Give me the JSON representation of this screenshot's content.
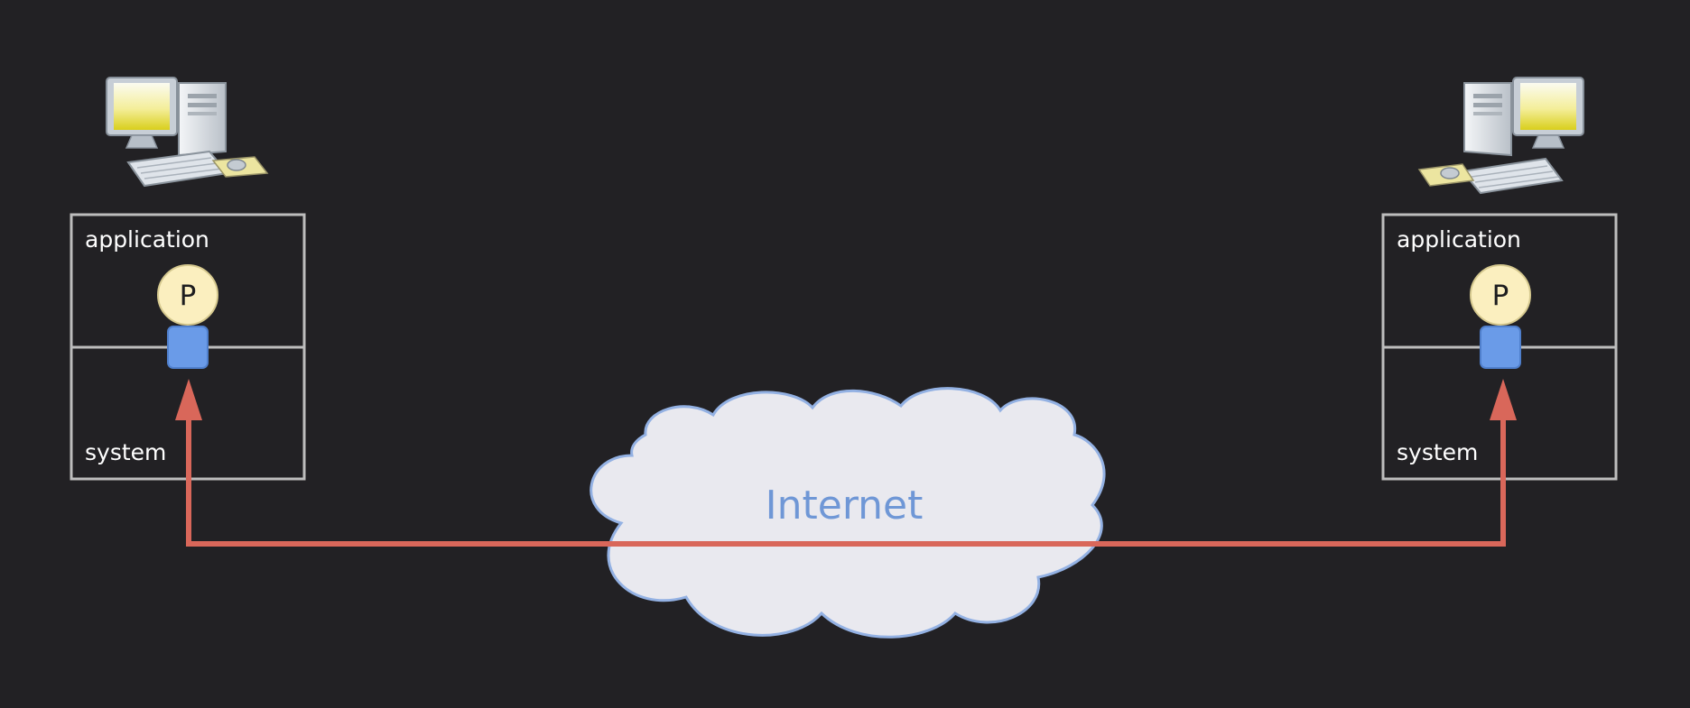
{
  "diagram": {
    "left_host": {
      "top_layer_label": "application",
      "bottom_layer_label": "system",
      "process_label": "P"
    },
    "right_host": {
      "top_layer_label": "application",
      "bottom_layer_label": "system",
      "process_label": "P"
    },
    "network": {
      "label": "Internet"
    },
    "colors": {
      "background": "#222124",
      "box_border": "#bdbdbd",
      "process_fill": "#fbefbf",
      "socket_fill": "#6a9be8",
      "connection": "#d9675a",
      "cloud_fill": "#e9e9ef",
      "cloud_border": "#93b1e3",
      "cloud_text": "#6f97d6"
    }
  }
}
